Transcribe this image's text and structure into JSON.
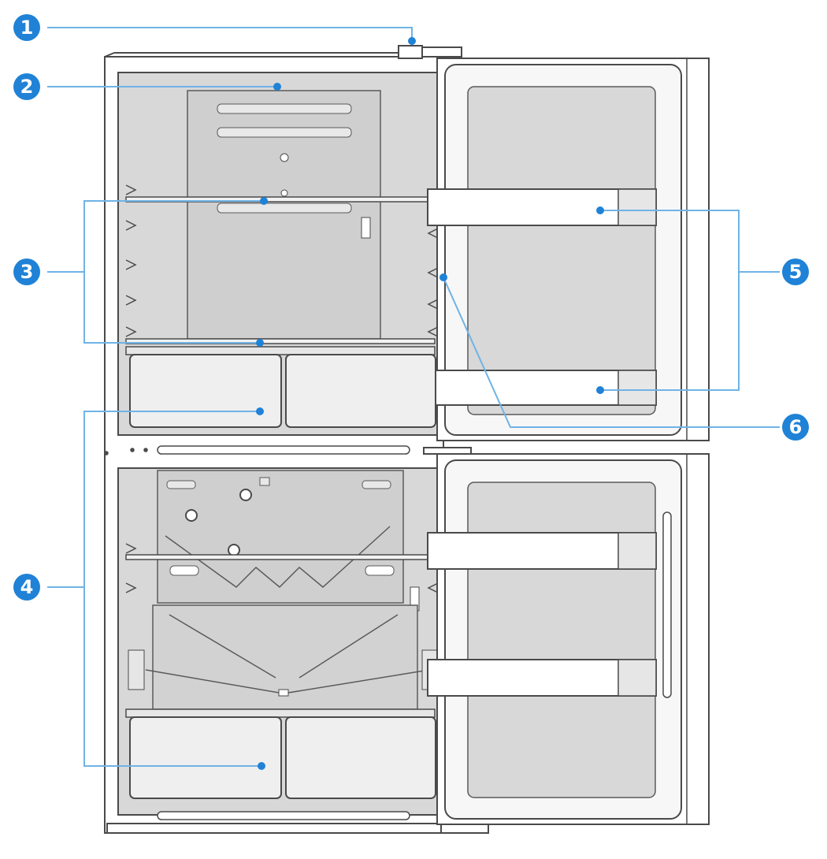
{
  "colors": {
    "accent": "#1f82d6",
    "leader": "#6fb3e6",
    "outline": "#4a4a4a",
    "interior": "#d8d8d8",
    "liner": "#c9c9c9",
    "bin": "#efefef"
  },
  "callouts": [
    {
      "label": "1"
    },
    {
      "label": "2"
    },
    {
      "label": "3"
    },
    {
      "label": "4"
    },
    {
      "label": "5"
    },
    {
      "label": "6"
    }
  ]
}
